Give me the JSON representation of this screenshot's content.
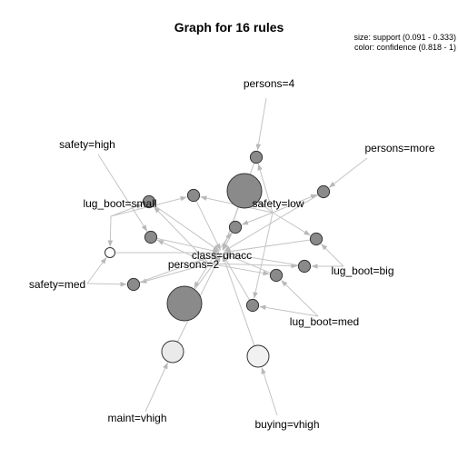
{
  "chart_data": {
    "type": "network",
    "title": "Graph for 16 rules",
    "legend": {
      "size": "size: support (0.091 - 0.333)",
      "color": "color: confidence (0.818 - 1)"
    },
    "items": [
      {
        "id": "persons_4",
        "label": "persons=4"
      },
      {
        "id": "persons_more",
        "label": "persons=more"
      },
      {
        "id": "safety_high",
        "label": "safety=high"
      },
      {
        "id": "lug_boot_small",
        "label": "lug_boot=small"
      },
      {
        "id": "safety_low",
        "label": "safety=low"
      },
      {
        "id": "class_unacc",
        "label": "class=unacc"
      },
      {
        "id": "persons_2",
        "label": "persons=2"
      },
      {
        "id": "lug_boot_big",
        "label": "lug_boot=big"
      },
      {
        "id": "safety_med",
        "label": "safety=med"
      },
      {
        "id": "lug_boot_med",
        "label": "lug_boot=med"
      },
      {
        "id": "maint_vhigh",
        "label": "maint=vhigh"
      },
      {
        "id": "buying_vhigh",
        "label": "buying=vhigh"
      }
    ],
    "rules": [
      {
        "id": "r1",
        "lhs": [
          "persons_2"
        ],
        "rhs": "class_unacc",
        "support": 0.333,
        "confidence": 1.0
      },
      {
        "id": "r2",
        "lhs": [
          "safety_low"
        ],
        "rhs": "class_unacc",
        "support": 0.333,
        "confidence": 1.0
      },
      {
        "id": "r3",
        "lhs": [
          "maint_vhigh"
        ],
        "rhs": "class_unacc",
        "support": 0.208,
        "confidence": 0.85
      },
      {
        "id": "r4",
        "lhs": [
          "buying_vhigh"
        ],
        "rhs": "class_unacc",
        "support": 0.208,
        "confidence": 0.84
      },
      {
        "id": "r5",
        "lhs": [
          "persons_4",
          "safety_low"
        ],
        "rhs": "class_unacc",
        "support": 0.111,
        "confidence": 1.0
      },
      {
        "id": "r6",
        "lhs": [
          "persons_more",
          "safety_low"
        ],
        "rhs": "class_unacc",
        "support": 0.111,
        "confidence": 1.0
      },
      {
        "id": "r7",
        "lhs": [
          "safety_high",
          "persons_2"
        ],
        "rhs": "class_unacc",
        "support": 0.111,
        "confidence": 1.0
      },
      {
        "id": "r8",
        "lhs": [
          "lug_boot_small",
          "safety_low"
        ],
        "rhs": "class_unacc",
        "support": 0.111,
        "confidence": 1.0
      },
      {
        "id": "r9",
        "lhs": [
          "lug_boot_small",
          "persons_2"
        ],
        "rhs": "class_unacc",
        "support": 0.111,
        "confidence": 1.0
      },
      {
        "id": "r10",
        "lhs": [
          "lug_boot_small",
          "safety_med"
        ],
        "rhs": "class_unacc",
        "support": 0.091,
        "confidence": 0.818
      },
      {
        "id": "r11",
        "lhs": [
          "safety_med",
          "persons_2"
        ],
        "rhs": "class_unacc",
        "support": 0.111,
        "confidence": 1.0
      },
      {
        "id": "r12",
        "lhs": [
          "lug_boot_big",
          "safety_low"
        ],
        "rhs": "class_unacc",
        "support": 0.111,
        "confidence": 1.0
      },
      {
        "id": "r13",
        "lhs": [
          "lug_boot_big",
          "persons_2"
        ],
        "rhs": "class_unacc",
        "support": 0.111,
        "confidence": 1.0
      },
      {
        "id": "r14",
        "lhs": [
          "lug_boot_med",
          "persons_2"
        ],
        "rhs": "class_unacc",
        "support": 0.111,
        "confidence": 1.0
      },
      {
        "id": "r15",
        "lhs": [
          "lug_boot_med",
          "safety_low"
        ],
        "rhs": "class_unacc",
        "support": 0.111,
        "confidence": 1.0
      },
      {
        "id": "r16",
        "lhs": [
          "persons_2",
          "safety_low"
        ],
        "rhs": "class_unacc",
        "support": 0.111,
        "confidence": 1.0
      }
    ]
  }
}
